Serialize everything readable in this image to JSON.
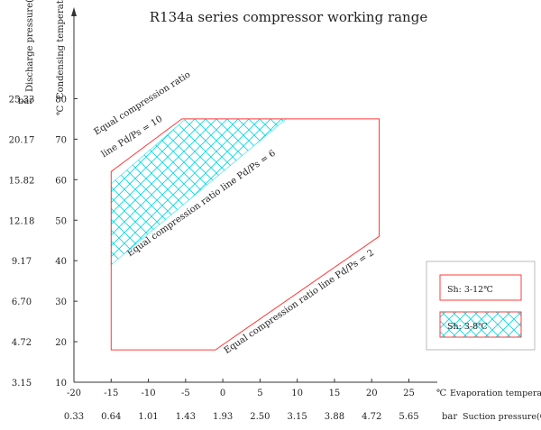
{
  "chart_data": {
    "type": "area",
    "title": "R134a series compressor working range",
    "y_left_label_1": "Discharge pressure(G)",
    "y_left_unit_1": "bar",
    "y_left_label_2": "Condensing temperature",
    "y_left_unit_2": "℃",
    "x_label": "Evaporation temperature",
    "x_unit": "℃",
    "x_label_2": "Suction pressure(G)",
    "x_unit_2": "bar",
    "x_ticks": [
      -20,
      -15,
      -10,
      -5,
      0,
      5,
      10,
      15,
      20,
      25
    ],
    "suction_pressures": [
      "0.33",
      "0.64",
      "1.01",
      "1.43",
      "1.93",
      "2.50",
      "3.15",
      "3.88",
      "4.72",
      "5.65"
    ],
    "y_ticks": [
      10,
      20,
      30,
      40,
      50,
      60,
      70,
      80
    ],
    "discharge_pressures": [
      "3.15",
      "4.72",
      "6.70",
      "9.17",
      "12.18",
      "15.82",
      "20.17",
      "25.33"
    ],
    "xlim": [
      -20,
      27
    ],
    "ylim": [
      10,
      87
    ],
    "series": [
      {
        "name": "Sh: 3-12℃",
        "points": [
          [
            -15,
            18
          ],
          [
            -1,
            18
          ],
          [
            21,
            46
          ],
          [
            21,
            75
          ],
          [
            -5.5,
            75
          ],
          [
            -15,
            62
          ],
          [
            -15,
            39
          ]
        ],
        "color": "#ff3b3b"
      },
      {
        "name": "Sh: 3-8℃",
        "points": [
          [
            -15,
            39
          ],
          [
            -15,
            59
          ],
          [
            -5,
            75
          ],
          [
            8.5,
            75
          ]
        ],
        "color": "#00d8e6"
      }
    ],
    "annotations": [
      {
        "text": "Equal compression ratio",
        "x": -17,
        "y": 71,
        "angle": -32
      },
      {
        "text": "line  Pd/Ps = 10",
        "x": -16,
        "y": 65.5,
        "angle": -32
      },
      {
        "text": "Equal compression ratio line Pd/Ps = 6",
        "x": -12.5,
        "y": 41,
        "angle": -35
      },
      {
        "text": "Equal compression ratio line Pd/Ps = 2",
        "x": 0.5,
        "y": 17,
        "angle": -34
      }
    ],
    "legend_position": "right"
  }
}
